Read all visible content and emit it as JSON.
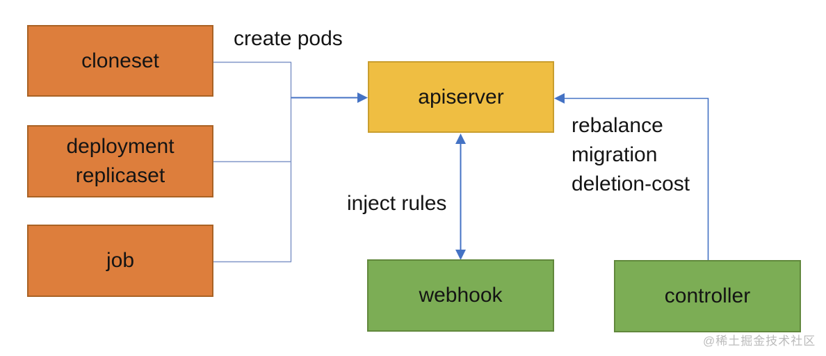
{
  "nodes": {
    "cloneset": {
      "label": "cloneset"
    },
    "deployment": {
      "line1": "deployment",
      "line2": "replicaset"
    },
    "job": {
      "label": "job"
    },
    "apiserver": {
      "label": "apiserver"
    },
    "webhook": {
      "label": "webhook"
    },
    "controller": {
      "label": "controller"
    }
  },
  "edge_labels": {
    "create_pods": "create pods",
    "inject_rules": "inject rules",
    "controller_note_line1": "rebalance",
    "controller_note_line2": "migration",
    "controller_note_line3": "deletion-cost"
  },
  "watermark": "@稀土掘金技术社区",
  "colors": {
    "orange_fill": "#DD7E3C",
    "orange_border": "#A96224",
    "gold_fill": "#EFBE42",
    "gold_border": "#C99E2E",
    "green_fill": "#7CAD55",
    "green_border": "#61883C",
    "connector_blue": "#4472C4",
    "bracket_blue": "#8096C8",
    "text_color": "#141414",
    "watermark_color": "#B0B0B0"
  }
}
